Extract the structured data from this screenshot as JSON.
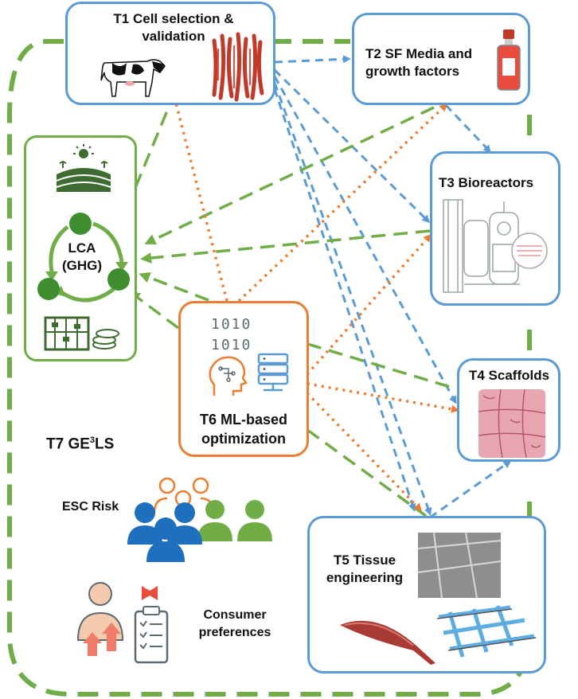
{
  "nodes": {
    "t1": "T1 Cell selection & validation",
    "t2": "T2 SF Media and growth factors",
    "t3": "T3 Bioreactors",
    "t4": "T4 Scaffolds",
    "t5": "T5 Tissue engineering",
    "t6": "T6 ML-based optimization",
    "t7_main": "T7 GE",
    "t7_sup": "3",
    "t7_tail": "LS",
    "lca": "LCA (GHG)",
    "esc": "ESC Risk",
    "consumer": "Consumer preferences",
    "binary": "1010"
  },
  "colors": {
    "blue_box": "#5b9bd5",
    "blue_arrow": "#5b9bd5",
    "green": "#70ad47",
    "orange": "#ed7d31",
    "dark_green": "#3e6b2f"
  },
  "arrow_styles": {
    "blue": "dashed T1 outputs to T2-T5, T2 to T3, T5 to T4",
    "green": "dashed LCA inputs from T1-T6",
    "orange": "dotted T6 to T1-T5"
  }
}
